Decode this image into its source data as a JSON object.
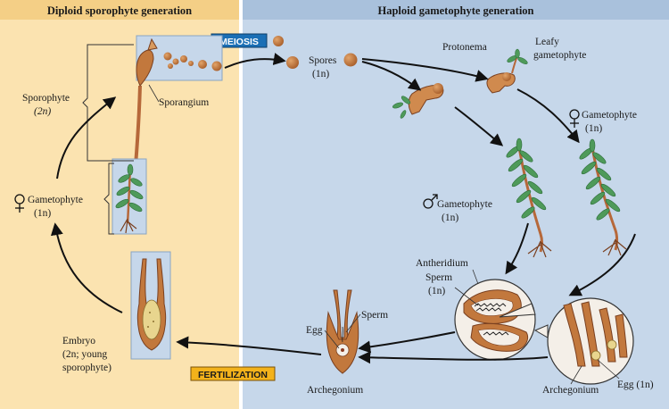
{
  "panels": {
    "left_title": "Diploid sporophyte generation",
    "right_title": "Haploid gametophyte generation"
  },
  "stages": {
    "meiosis": "MEIOSIS",
    "fertilization": "FERTILIZATION"
  },
  "labels": {
    "spores": "Spores",
    "spores_ploidy": "(1n)",
    "protonema": "Protonema",
    "leafy_1": "Leafy",
    "leafy_2": "gametophyte",
    "female_gam": "Gametophyte",
    "female_gam_ploidy": "(1n)",
    "male_gam": "Gametophyte",
    "male_gam_ploidy": "(1n)",
    "antheridium": "Antheridium",
    "sperm_ad": "Sperm",
    "sperm_ad_ploidy": "(1n)",
    "sperm": "Sperm",
    "egg": "Egg",
    "egg_right": "Egg (1n)",
    "archegonium_center": "Archegonium",
    "archegonium_right": "Archegonium",
    "sporophyte": "Sporophyte",
    "sporophyte_ploidy": "(2n)",
    "sporangium": "Sporangium",
    "left_gam": "Gametophyte",
    "left_gam_ploidy": "(1n)",
    "embryo_1": "Embryo",
    "embryo_2": "(2n; young",
    "embryo_3": "sporophyte)"
  },
  "colors": {
    "left_panel": "#fbe3b0",
    "right_panel": "#c6d7ea",
    "meiosis_box": "#1b6fb5",
    "fertilization_box": "#f3b21b",
    "spore": "#c2783d",
    "leaf": "#4e9a5a",
    "stem": "#b6683a"
  }
}
